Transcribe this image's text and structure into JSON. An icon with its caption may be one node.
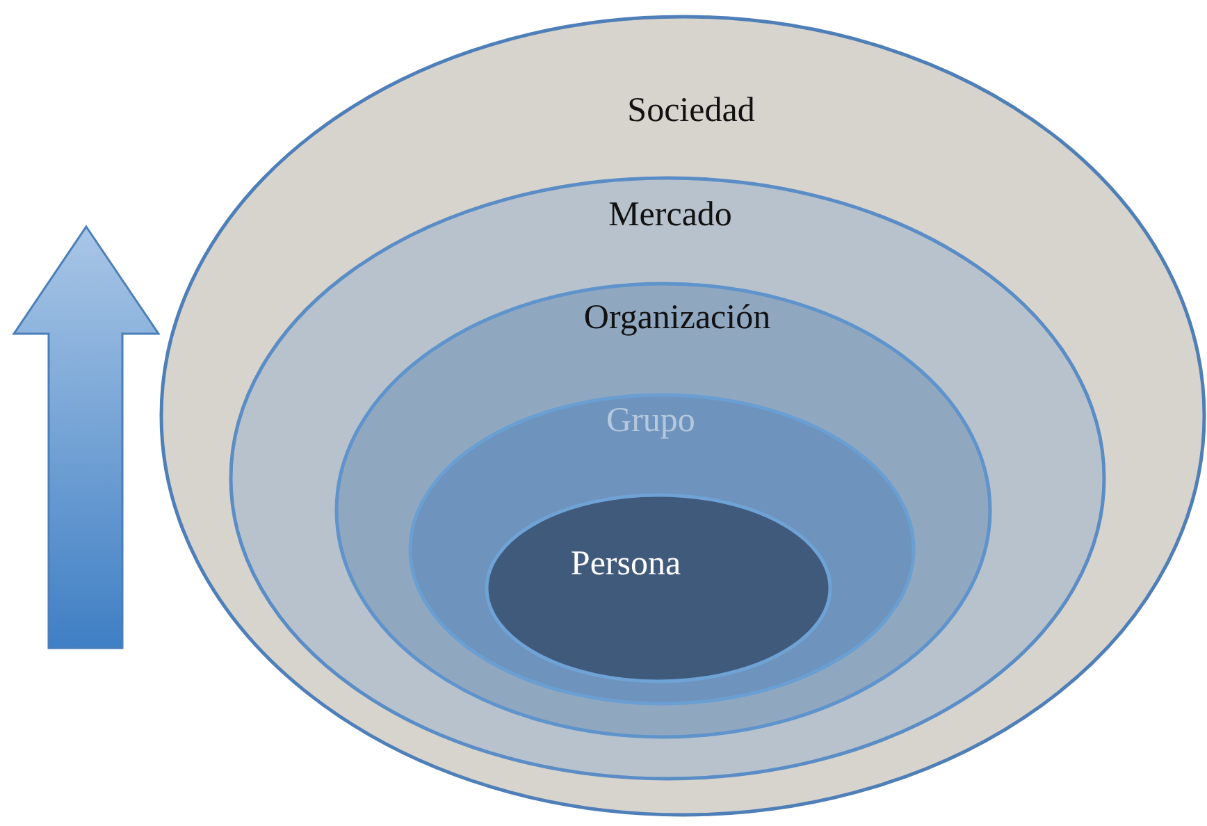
{
  "diagram": {
    "nodes": [
      {
        "text": [
          "Sociedad"
        ]
      },
      {
        "text": [
          "Mercado"
        ],
        "in": 0
      },
      {
        "text": [
          "Organización"
        ],
        "in": 1
      },
      {
        "text": [
          "Grupo"
        ],
        "in": 2
      },
      {
        "text": [
          "Persona"
        ],
        "in": 3
      }
    ]
  }
}
